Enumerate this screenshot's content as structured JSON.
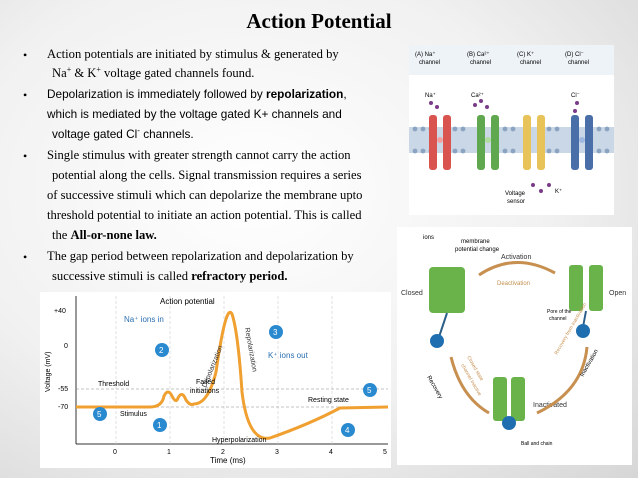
{
  "title": "Action Potential",
  "bullets": {
    "b1_l1": "Action potentials are initiated by stimulus & generated by",
    "b1_l2_a": "Na",
    "b1_l2_b": " & K",
    "b1_l2_c": " voltage gated channels found.",
    "sup_plus": "+",
    "b2_l1": "Depolarization is immediately followed by ",
    "b2_l1_bold": "repolarization",
    "b2_l1_end": ",",
    "b2_l2": "which is mediated by the voltage gated K+ channels and",
    "b2_l3_a": "voltage gated Cl",
    "b2_l3_sup": "-",
    "b2_l3_b": " channels.",
    "b3_l1": "Single stimulus with greater strength cannot carry the action",
    "b3_l2": "potential along the cells. Signal transmission requires a series",
    "b3_l3": "of successive stimuli which can depolarize the membrane upto",
    "b3_l4": "threshold potential to initiate an action potential. This is called",
    "b3_l5_a": "the ",
    "b3_l5_bold": "All-or-none law.",
    "b4_l1": "The gap period between repolarization and depolarization by",
    "b4_l2": "successive stimuli is called ",
    "b4_l2_bold": "refractory period.",
    "bullet_char": "•"
  },
  "channels": {
    "labels": [
      "(A) Na⁺",
      "(B) Ca²⁺",
      "(C) K⁺",
      "(D) Cl⁻"
    ],
    "sub": "channel",
    "ions": [
      "Na⁺",
      "Ca²⁺",
      "",
      "Cl⁻"
    ],
    "voltage": "Voltage",
    "sensor": "sensor",
    "k_ion": "K⁺",
    "colors": [
      "#d9534f",
      "#5fa84f",
      "#e8c35a",
      "#4a6ea8"
    ]
  },
  "cycle": {
    "ions": "ions",
    "membrane": "membrane",
    "potential_change": "potential change",
    "activation": "Activation",
    "deactivation": "Deactivation",
    "closed": "Closed",
    "open": "Open",
    "pore1": "Pore of the",
    "pore2": "channel",
    "recovery": "Recovery",
    "closed_state": "Closed state",
    "channel_inactive": "channel inactive",
    "recovery_from_inactivation": "Recovery from inactivation",
    "inactivation": "Inactivation",
    "inactivated": "Inactivated",
    "ball_chain": "Ball and chain"
  },
  "graph": {
    "action_potential": "Action potential",
    "na_in": "Na⁺ ions in",
    "k_out": "K⁺ ions out",
    "depolarization": "Depolarization",
    "repolarization": "Repolarization",
    "threshold": "Threshold",
    "failed1": "Failed",
    "failed2": "initiations",
    "resting": "Resting state",
    "stimulus": "Stimulus",
    "hyper": "Hyperpolarization",
    "ylabel": "Voltage (mV)",
    "xlabel": "Time (ms)",
    "yticks": [
      "+40",
      "0",
      "-55",
      "-70"
    ],
    "xticks": [
      "0",
      "1",
      "2",
      "3",
      "4",
      "5"
    ],
    "circles": [
      "1",
      "2",
      "3",
      "4",
      "5",
      "5"
    ]
  }
}
